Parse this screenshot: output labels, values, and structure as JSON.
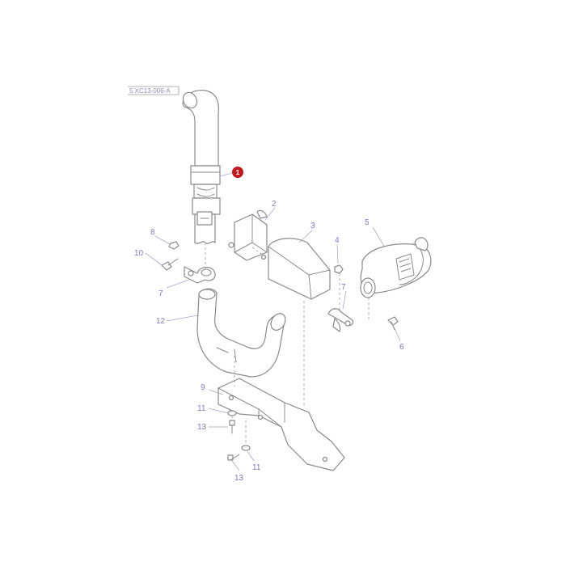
{
  "diagram": {
    "reference_code": "5 XC13-006-A",
    "highlighted_part": "1",
    "callouts": {
      "c2": "2",
      "c3": "3",
      "c4": "4",
      "c5": "5",
      "c6": "6",
      "c7a": "7",
      "c7b": "7",
      "c8": "8",
      "c9": "9",
      "c10": "10",
      "c11a": "11",
      "c11b": "11",
      "c12": "12",
      "c13a": "13",
      "c13b": "13"
    },
    "colors": {
      "highlight": "#c0191f",
      "callout_text": "#7d7db8",
      "outline": "#8a8a8a"
    }
  }
}
